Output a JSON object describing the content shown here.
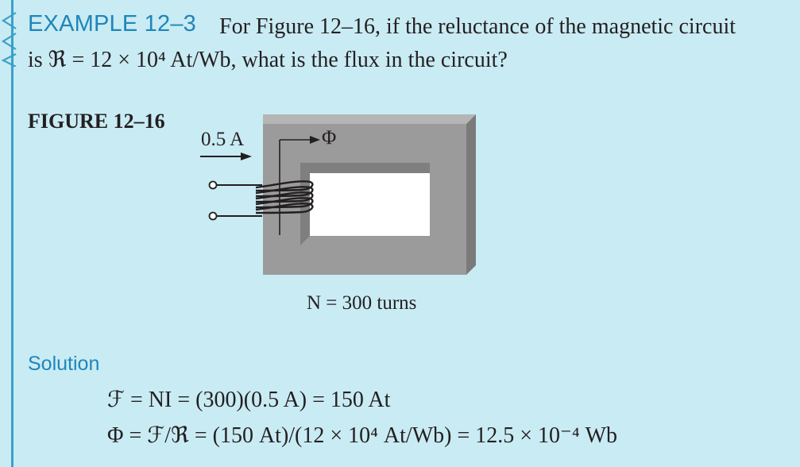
{
  "example": {
    "label": "EXAMPLE 12–3",
    "question_line1": "For Figure 12–16, if the reluctance of the magnetic circuit",
    "question_line2": "is ℜ = 12 × 10⁴ At/Wb, what is the flux in the circuit?"
  },
  "figure": {
    "label": "FIGURE 12–16",
    "current_label": "0.5 A",
    "flux_label": "Φ",
    "turns_label": "N = 300 turns"
  },
  "solution": {
    "label": "Solution",
    "equation1": "ℱ = NI = (300)(0.5 A) = 150 At",
    "equation2": "Φ = ℱ/ℜ = (150 At)/(12 × 10⁴ At/Wb) = 12.5 × 10⁻⁴ Wb"
  },
  "colors": {
    "panel_background": "#c9ebf4",
    "accent": "#1f86b8",
    "core_front": "#9b9b9b",
    "core_top": "#b5b5b5",
    "core_side": "#7a7a7a"
  }
}
